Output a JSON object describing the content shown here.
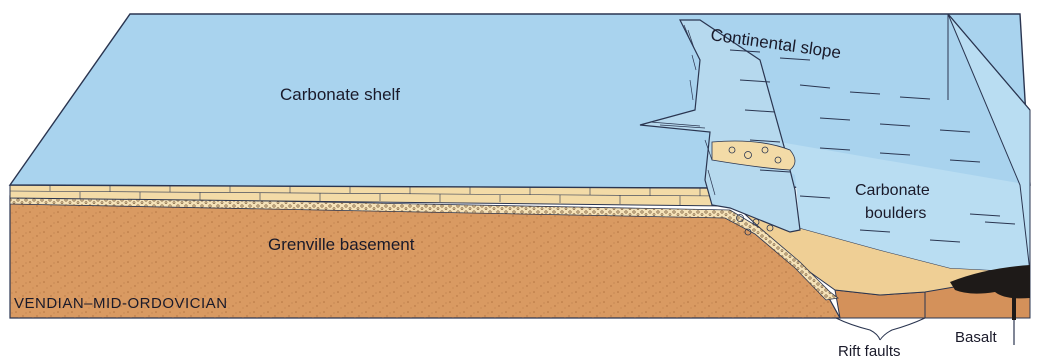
{
  "labels": {
    "carbonate_shelf": "Carbonate shelf",
    "continental_slope": "Continental slope",
    "carbonate_boulders_line1": "Carbonate",
    "carbonate_boulders_line2": "boulders",
    "grenville_basement": "Grenville basement",
    "period": "VENDIAN–MID-ORDOVICIAN",
    "rift_faults": "Rift faults",
    "basalt": "Basalt"
  },
  "colors": {
    "sea_surface": "#a9d3ee",
    "sea_front": "#b9ddf2",
    "limestone": "#f3dba7",
    "basement": "#d4915a",
    "basement_front": "#d99a62",
    "sediment": "#efcf95",
    "basalt": "#1e1a18",
    "outline": "#2a3550"
  }
}
